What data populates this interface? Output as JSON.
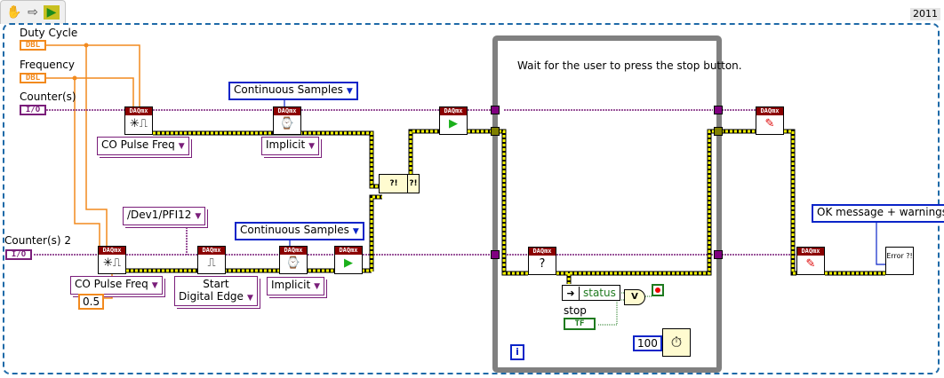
{
  "toolbar": {
    "icons": [
      "hand-icon",
      "arrow-icon",
      "vi-icon"
    ],
    "hand_glyph": "✋",
    "arrow_glyph": "⇨",
    "vi_glyph": "▶"
  },
  "version_label": "2011",
  "controls": {
    "duty_cycle": {
      "label": "Duty Cycle",
      "type": "DBL"
    },
    "frequency": {
      "label": "Frequency",
      "type": "DBL"
    },
    "counters": {
      "label": "Counter(s)",
      "type": "I/O"
    },
    "counters2": {
      "label": "Counter(s) 2",
      "type": "I/O"
    },
    "stop": {
      "label": "stop",
      "type": "TF"
    }
  },
  "vi_header": "DAQmx",
  "nodes": {
    "create_channel_1": {
      "glyph": "✳⎍",
      "ring": "CO Pulse Freq"
    },
    "timing_1": {
      "glyph": "⌚",
      "ring": "Implicit",
      "enum": "Continuous Samples"
    },
    "create_channel_2": {
      "glyph": "✳⎍",
      "ring": "CO Pulse Freq",
      "constant": "0.5"
    },
    "trigger_2": {
      "glyph": "⎍",
      "ring_line1": "Start",
      "ring_line2": "Digital Edge",
      "terminal": "/Dev1/PFI12"
    },
    "timing_2": {
      "glyph": "⌚",
      "ring": "Implicit",
      "enum": "Continuous Samples"
    },
    "start_2": {
      "glyph": "▶"
    },
    "merge_errors": {
      "glyph": "?!"
    },
    "start_1": {
      "glyph": "▶"
    },
    "is_task_done": {
      "glyph": "?"
    },
    "clear_1": {
      "glyph": "✎"
    },
    "clear_2": {
      "glyph": "✎"
    },
    "error_handler": {
      "glyph": "Error ?!",
      "enum": "OK message + warnings"
    }
  },
  "loop": {
    "comment": "Wait for the user to press the stop button.",
    "status_label": "status",
    "or_label": "V",
    "wait_ms": "100",
    "iteration_label": "i"
  }
}
